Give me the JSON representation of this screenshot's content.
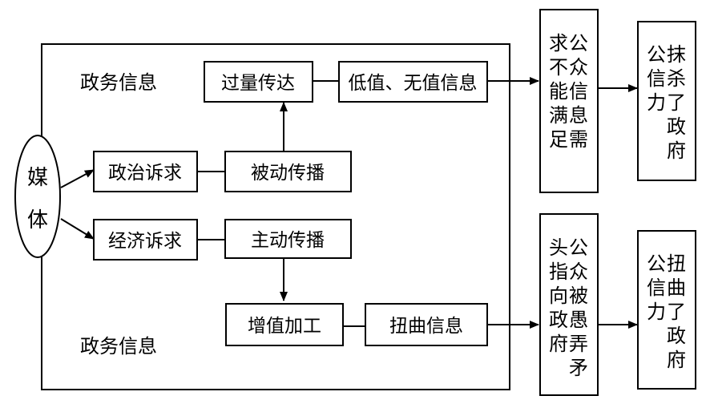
{
  "colors": {
    "stroke": "#000000",
    "background": "#ffffff"
  },
  "labels": {
    "top_section": "政务信息",
    "bottom_section": "政务信息"
  },
  "media": {
    "chars": [
      "媒",
      "体"
    ]
  },
  "boxes": {
    "political_demand": "政治诉求",
    "economic_demand": "经济诉求",
    "passive_spread": "被动传播",
    "active_spread": "主动传播",
    "overload": "过量传达",
    "low_value": "低值、无值信息",
    "value_add": "增值加工",
    "distorted": "扭曲信息"
  },
  "results": {
    "top_public": {
      "cols": [
        "求不能满足",
        "公众信息需"
      ]
    },
    "top_gov": {
      "cols": [
        "公信力",
        "抹杀了政府"
      ]
    },
    "bottom_public": {
      "cols": [
        "头指向政府",
        "公众被愚弄矛"
      ]
    },
    "bottom_gov": {
      "cols": [
        "公信力",
        "扭曲了政府"
      ]
    }
  }
}
